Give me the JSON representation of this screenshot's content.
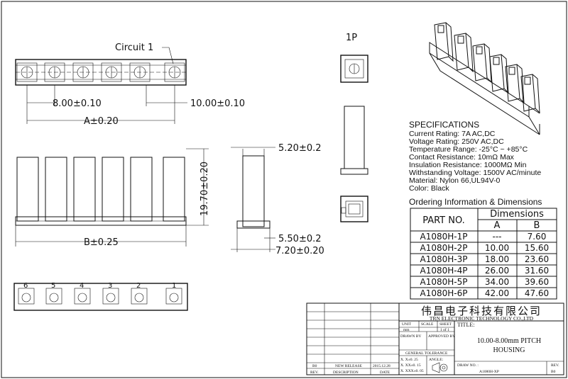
{
  "labels": {
    "circuit": "Circuit  1",
    "dim_pitch": "8.00±0.10",
    "dim_end": "10.00±0.10",
    "dim_a": "A±0.20",
    "dim_b": "B±0.25",
    "dim_height": "19.70±0.20",
    "dim_top": "5.20±0.2",
    "dim_base": "5.50±0.2",
    "dim_base2": "7.20±0.20",
    "one_p": "1P",
    "pin_numbers": [
      "6",
      "5",
      "4",
      "3",
      "2",
      "1"
    ]
  },
  "specifications": {
    "title": "SPECIFICATIONS",
    "lines": [
      "Current Rating: 7A AC,DC",
      "Voltage Rating: 250V AC,DC",
      "Temperature Range: -25°C ~ +85°C",
      "Contact Resistance: 10mΩ Max",
      "Insulation Resistance: 1000MΩ Min",
      "Withstanding Voltage: 1500V AC/minute",
      "Material: Nylon 66,UL94V-0",
      "Color: Black"
    ]
  },
  "ordering": {
    "title": "Ordering Information & Dimensions",
    "part_header": "PART NO.",
    "dim_header": "Dimensions",
    "col_a": "A",
    "col_b": "B",
    "rows": [
      {
        "part": "A1080H-1P",
        "a": "---",
        "b": "7.60"
      },
      {
        "part": "A1080H-2P",
        "a": "10.00",
        "b": "15.60"
      },
      {
        "part": "A1080H-3P",
        "a": "18.00",
        "b": "23.60"
      },
      {
        "part": "A1080H-4P",
        "a": "26.00",
        "b": "31.60"
      },
      {
        "part": "A1080H-5P",
        "a": "34.00",
        "b": "39.60"
      },
      {
        "part": "A1080H-6P",
        "a": "42.00",
        "b": "47.60"
      }
    ]
  },
  "title_block": {
    "company_cn": "伟昌电子科技有限公司",
    "company_en": "TRN ELECTRONIC TECHNOLOGY CO.,LTD",
    "unit_label": "UNIT",
    "scale_label": "SCALE",
    "sheet_label": "SHEET",
    "title_label": "TITLE:",
    "unit_value": "mm",
    "sheet_value": "1 of 1",
    "drawn_by": "DRAWN BY",
    "approved_by": "APPROVED BY",
    "title_line1": "10.00-8.00mm PITCH",
    "title_line2": "HOUSING",
    "general_tolerance": "GENERAL TOLERANCE",
    "tol1": "X. X±0. 25",
    "tol2": "X. XX±0. 15",
    "tol3": "X. XXX±0. 05",
    "angle": "ANGLE:",
    "drawing_no_label": "DRAW NO. :",
    "drawing_no": "A1080H-XP",
    "rev_label": "REV.",
    "rev_value": "B0",
    "rev_b0": "B0",
    "new_release": "NEW RELEASE",
    "rev_date": "2015.12.28",
    "rev_col": "REV.",
    "desc_col": "DESCRIPTION",
    "date_col": "DATE"
  }
}
